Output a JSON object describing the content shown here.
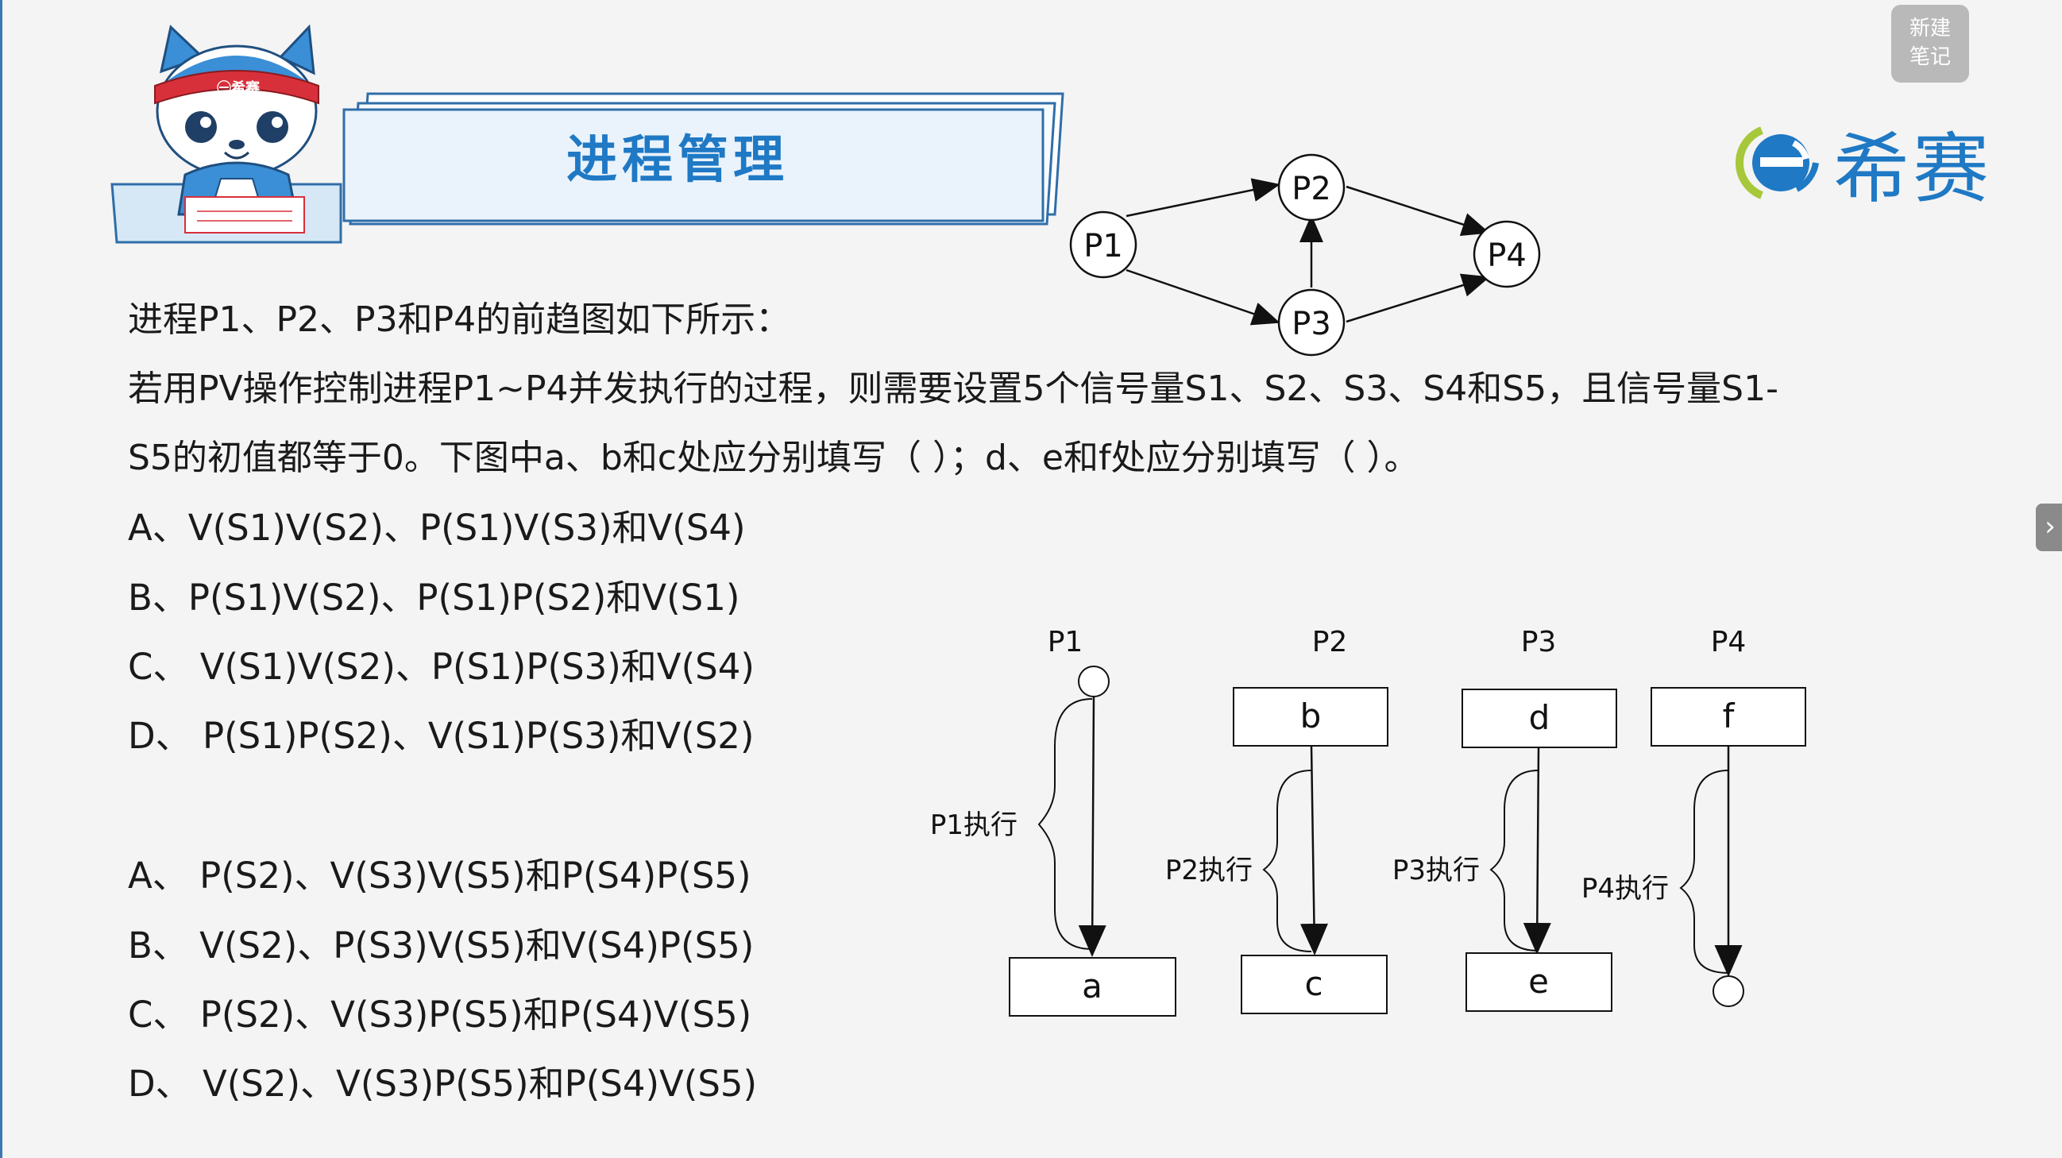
{
  "slide": {
    "title": "进程管理",
    "mascot_band_text": "㊀希赛",
    "logo_text": "希赛",
    "note_button": [
      "新建",
      "笔记"
    ]
  },
  "question": {
    "line1": "进程P1、P2、P3和P4的前趋图如下所示：",
    "line2": "若用PV操作控制进程P1~P4并发执行的过程，则需要设置5个信号量S1、S2、S3、S4和S5，且信号量S1-",
    "line3": "S5的初值都等于0。下图中a、b和c处应分别填写（ ）；d、e和f处应分别填写（ ）。"
  },
  "options_set1": [
    "A、V(S1)V(S2)、P(S1)V(S3)和V(S4)",
    "B、P(S1)V(S2)、P(S1)P(S2)和V(S1)",
    "C、 V(S1)V(S2)、P(S1)P(S3)和V(S4)",
    "D、 P(S1)P(S2)、V(S1)P(S3)和V(S2)"
  ],
  "options_set2": [
    "A、 P(S2)、V(S3)V(S5)和P(S4)P(S5)",
    "B、 V(S2)、P(S3)V(S5)和V(S4)P(S5)",
    "C、 P(S2)、V(S3)P(S5)和P(S4)V(S5)",
    "D、 V(S2)、V(S3)P(S5)和P(S4)V(S5)"
  ],
  "precedence_graph": {
    "nodes": [
      "P1",
      "P2",
      "P3",
      "P4"
    ],
    "edges": [
      [
        "P1",
        "P2"
      ],
      [
        "P1",
        "P3"
      ],
      [
        "P3",
        "P2"
      ],
      [
        "P2",
        "P4"
      ],
      [
        "P3",
        "P4"
      ]
    ]
  },
  "process_diagram": {
    "headers": [
      "P1",
      "P2",
      "P3",
      "P4"
    ],
    "exec_labels": [
      "P1执行",
      "P2执行",
      "P3执行",
      "P4执行"
    ],
    "slots": {
      "a": "a",
      "b": "b",
      "c": "c",
      "d": "d",
      "e": "e",
      "f": "f"
    }
  },
  "colors": {
    "accent": "#1f79c4",
    "logo_green": "#a7c83a",
    "banner_fill": "#eaf3fb",
    "mascot_blue": "#3a8fd6",
    "mascot_red": "#d8303a"
  },
  "icons": {
    "side_toggle": "chevron-right-icon"
  }
}
